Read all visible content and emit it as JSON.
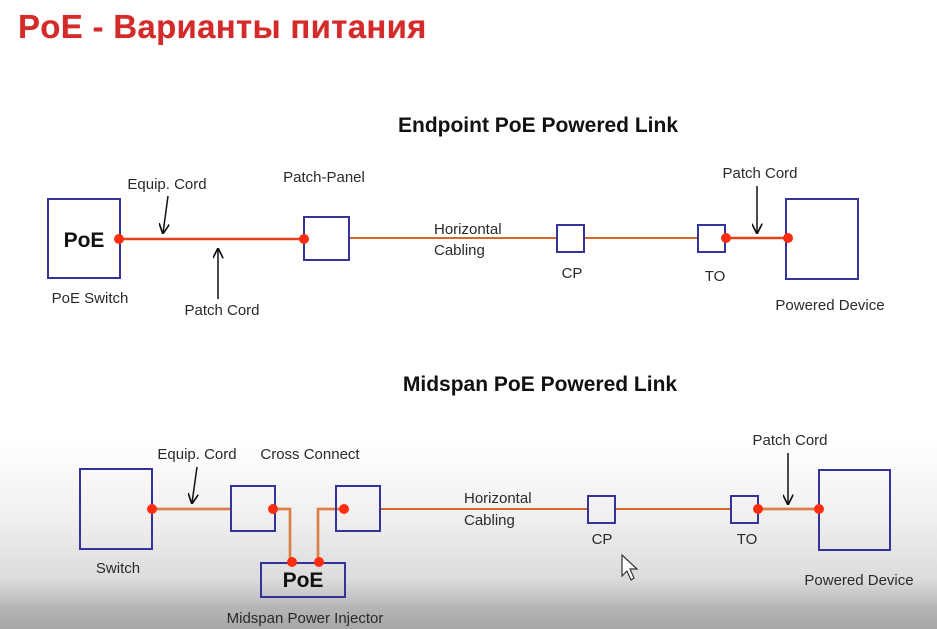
{
  "slide": {
    "title": "PoE - Варианты питания"
  },
  "endpoint": {
    "heading": "Endpoint PoE Powered Link",
    "switch_box_label": "PoE",
    "switch_caption": "PoE Switch",
    "equip_cord": "Equip. Cord",
    "patch_cord_bottom": "Patch Cord",
    "patch_panel": "Patch-Panel",
    "horizontal_1": "Horizontal",
    "horizontal_2": "Cabling",
    "cp": "CP",
    "to": "TO",
    "patch_cord_right": "Patch Cord",
    "powered_device": "Powered Device"
  },
  "midspan": {
    "heading": "Midspan PoE Powered Link",
    "switch_caption": "Switch",
    "equip_cord": "Equip. Cord",
    "cross_connect": "Cross Connect",
    "injector_box_label": "PoE",
    "injector_caption": "Midspan Power Injector",
    "horizontal_1": "Horizontal",
    "horizontal_2": "Cabling",
    "cp": "CP",
    "to": "TO",
    "patch_cord_right": "Patch Cord",
    "powered_device": "Powered Device"
  },
  "colors": {
    "title": "#d42a2a",
    "box_stroke": "#33339a",
    "wire": "#e0421a",
    "node": "#ff2d10"
  }
}
